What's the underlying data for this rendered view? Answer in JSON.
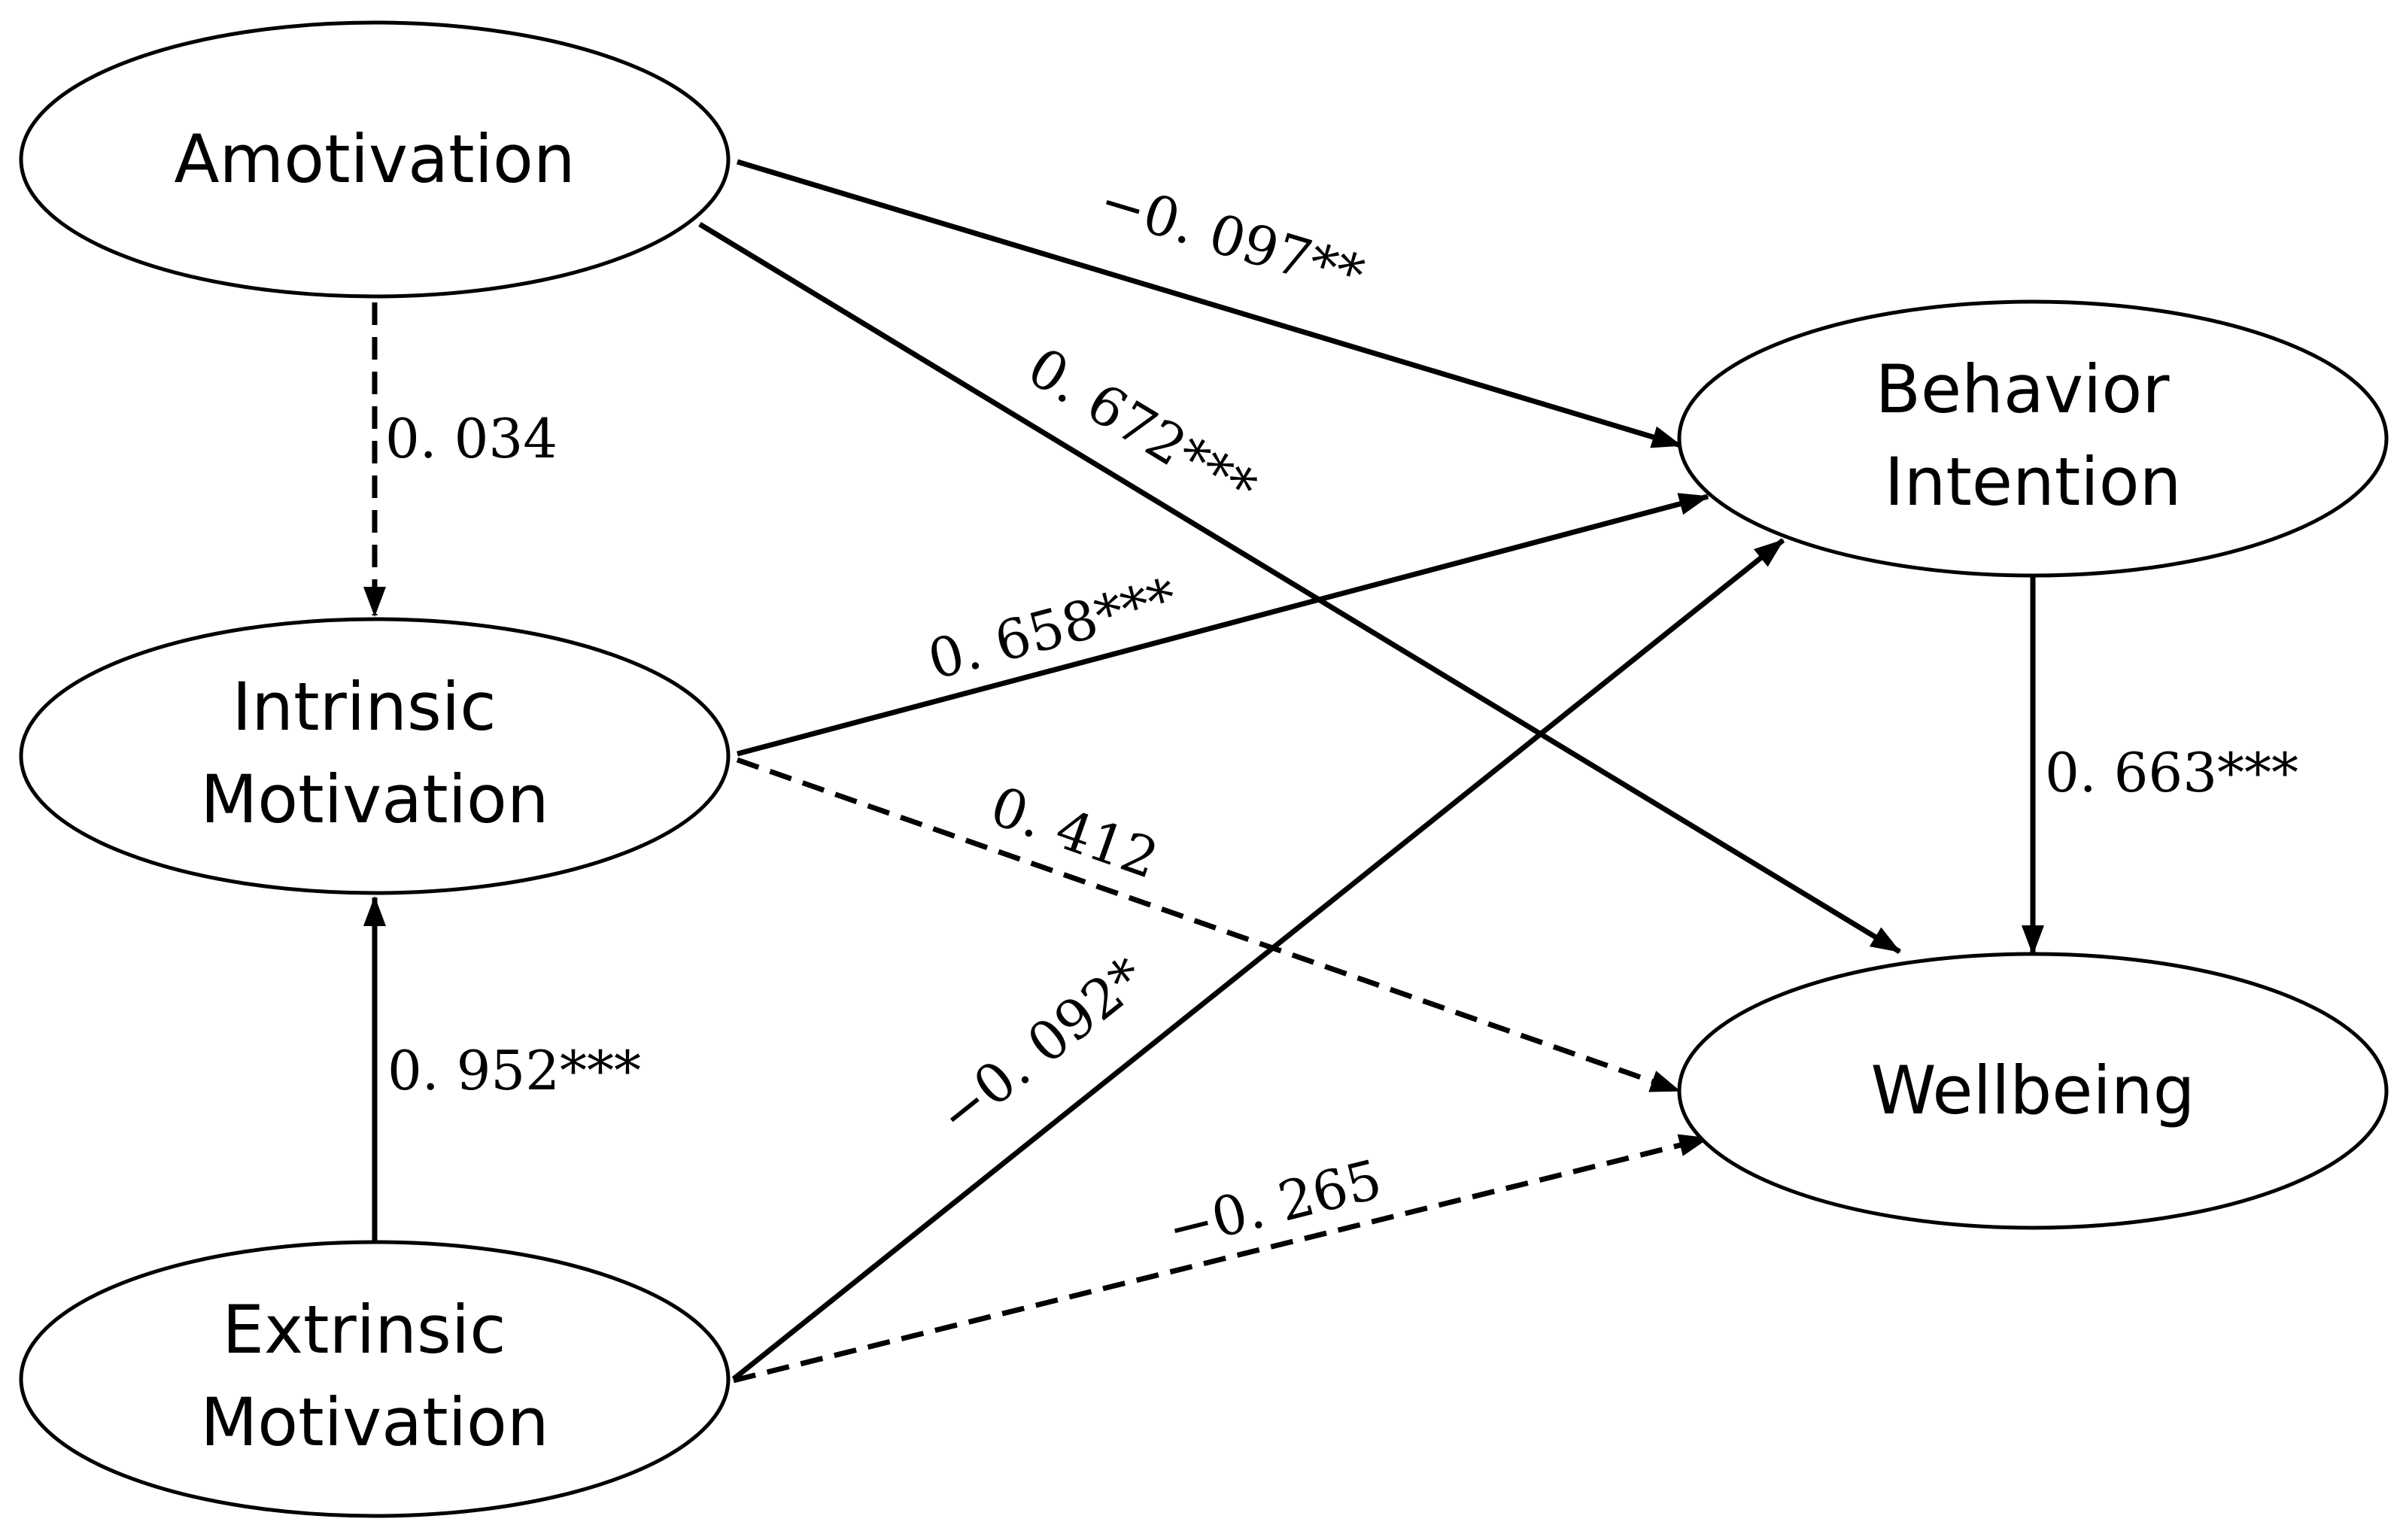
{
  "nodes": {
    "amotivation": {
      "lines": [
        "Amotivation"
      ]
    },
    "intrinsic_motivation": {
      "lines": [
        "Intrinsic",
        "Motivation"
      ]
    },
    "extrinsic_motivation": {
      "lines": [
        "Extrinsic",
        "Motivation"
      ]
    },
    "behavior_intention": {
      "lines": [
        "Behavior",
        "Intention"
      ]
    },
    "wellbeing": {
      "lines": [
        "Wellbeing"
      ]
    }
  },
  "edges": {
    "amotivation_to_intrinsic": {
      "from": "Amotivation",
      "to": "Intrinsic Motivation",
      "label": "0. 034",
      "line_style": "dashed"
    },
    "amotivation_to_behavior": {
      "from": "Amotivation",
      "to": "Behavior Intention",
      "label": "−0. 097**",
      "line_style": "solid"
    },
    "amotivation_to_wellbeing": {
      "from": "Amotivation",
      "to": "Wellbeing",
      "label": "0. 672***",
      "line_style": "solid"
    },
    "intrinsic_to_behavior": {
      "from": "Intrinsic Motivation",
      "to": "Behavior Intention",
      "label": "0. 658***",
      "line_style": "solid"
    },
    "intrinsic_to_wellbeing": {
      "from": "Intrinsic Motivation",
      "to": "Wellbeing",
      "label": "0. 412",
      "line_style": "dashed"
    },
    "extrinsic_to_intrinsic": {
      "from": "Extrinsic Motivation",
      "to": "Intrinsic Motivation",
      "label": "0. 952***",
      "line_style": "solid"
    },
    "extrinsic_to_behavior": {
      "from": "Extrinsic Motivation",
      "to": "Behavior Intention",
      "label": "−0. 092*",
      "line_style": "solid"
    },
    "extrinsic_to_wellbeing": {
      "from": "Extrinsic Motivation",
      "to": "Wellbeing",
      "label": "−0. 265",
      "line_style": "dashed"
    },
    "behavior_to_wellbeing": {
      "from": "Behavior Intention",
      "to": "Wellbeing",
      "label": "0. 663***",
      "line_style": "solid"
    }
  }
}
